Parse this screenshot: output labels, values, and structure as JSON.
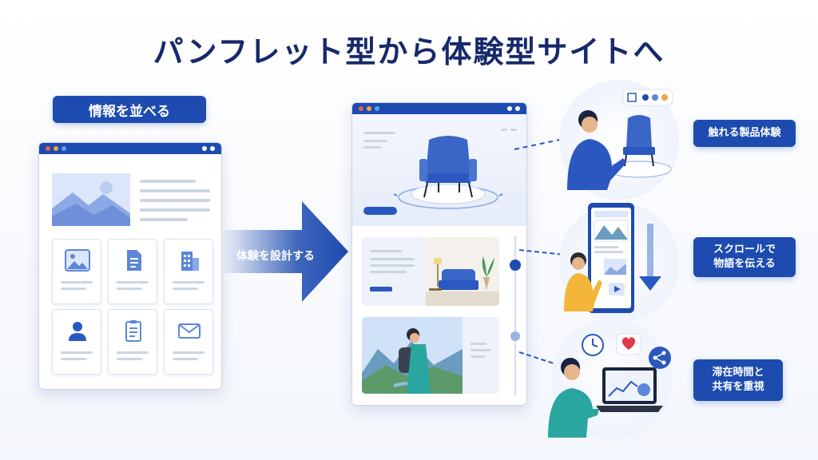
{
  "title": "パンフレット型から体験型サイトへ",
  "left_label": "情報を並べる",
  "arrow_label": "体験を設計する",
  "features": [
    {
      "label": "触れる製品体験"
    },
    {
      "label_line1": "スクロールで",
      "label_line2": "物語を伝える"
    },
    {
      "label_line1": "滞在時間と",
      "label_line2": "共有を重視"
    }
  ],
  "colors": {
    "brand": "#1d4bb0",
    "title": "#17296b",
    "dot_red": "#e8604c",
    "dot_orange": "#f4a340",
    "dot_blue": "#5aa0f0",
    "heart": "#e03a4a"
  },
  "left_window_icons": [
    "image-icon",
    "document-icon",
    "building-icon",
    "user-icon",
    "clipboard-icon",
    "mail-icon"
  ]
}
